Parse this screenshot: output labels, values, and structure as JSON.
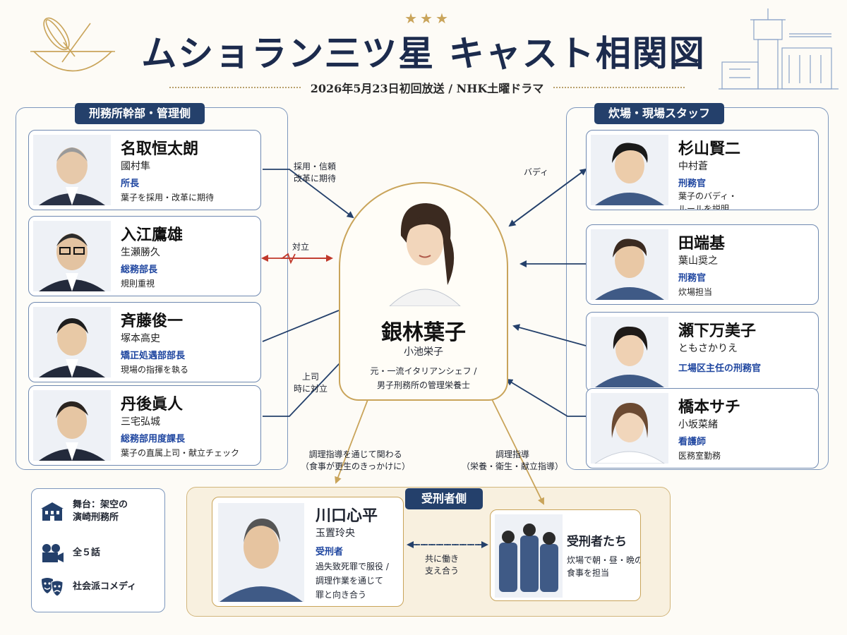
{
  "header": {
    "stars": "★★★",
    "title": "ムショラン三ツ星 キャスト相関図",
    "subtitle": "2026年5月23日初回放送 / NHK土曜ドラマ"
  },
  "groups": {
    "left_label": "刑務所幹部・管理側",
    "right_label": "炊場・現場スタッフ",
    "bottom_label": "受刑者側"
  },
  "center": {
    "name": "銀林葉子",
    "actor": "小池栄子",
    "desc_line1": "元・一流イタリアンシェフ /",
    "desc_line2": "男子刑務所の管理栄養士"
  },
  "left_cards": [
    {
      "name": "名取恒太朗",
      "actor": "國村隼",
      "role": "所長",
      "desc": "葉子を採用・改革に期待"
    },
    {
      "name": "入江鷹雄",
      "actor": "生瀬勝久",
      "role": "総務部長",
      "desc": "規則重視"
    },
    {
      "name": "斉藤俊一",
      "actor": "塚本高史",
      "role": "矯正処遇部部長",
      "desc": "現場の指揮を執る"
    },
    {
      "name": "丹後眞人",
      "actor": "三宅弘城",
      "role": "総務部用度課長",
      "desc": "葉子の直属上司・献立チェック"
    }
  ],
  "right_cards": [
    {
      "name": "杉山賢二",
      "actor": "中村蒼",
      "role": "刑務官",
      "desc_line1": "葉子のバディ・",
      "desc_line2": "ルールを説明"
    },
    {
      "name": "田端基",
      "actor": "葉山奨之",
      "role": "刑務官",
      "desc_line1": "炊場担当",
      "desc_line2": ""
    },
    {
      "name": "瀬下万美子",
      "actor": "ともさかりえ",
      "role": "工場区主任の刑務官",
      "desc_line1": "",
      "desc_line2": ""
    },
    {
      "name": "橋本サチ",
      "actor": "小坂菜緒",
      "role": "看護師",
      "desc_line1": "医務室勤務",
      "desc_line2": ""
    }
  ],
  "inmate": {
    "name": "川口心平",
    "actor": "玉置玲央",
    "role": "受刑者",
    "desc_line1": "過失致死罪で服役 /",
    "desc_line2": "調理作業を通じて",
    "desc_line3": "罪と向き合う"
  },
  "inmates_group": {
    "name": "受刑者たち",
    "desc_line1": "炊場で朝・昼・晩の",
    "desc_line2": "食事を担当"
  },
  "edge_labels": {
    "hire_line1": "採用・信頼",
    "hire_line2": "改革に期待",
    "conflict": "対立",
    "boss_line1": "上司",
    "boss_line2": "時に対立",
    "buddy": "バディ",
    "cook_guide_line1": "調理指導を通じて関わる",
    "cook_guide_line2": "（食事が更生のきっかけに）",
    "cook_line1": "調理指導",
    "cook_line2": "（栄養・衛生・献立指導）",
    "work_line1": "共に働き",
    "work_line2": "支え合う"
  },
  "legend": {
    "stage_line1": "舞台：架空の",
    "stage_line2": "演崎刑務所",
    "episodes": "全５話",
    "genre": "社会派コメディ"
  },
  "colors": {
    "navy": "#24406b",
    "gold": "#c9a45a",
    "arrow_blue": "#24406b",
    "conflict_red": "#c0392b",
    "role_blue": "#1f46a0"
  }
}
